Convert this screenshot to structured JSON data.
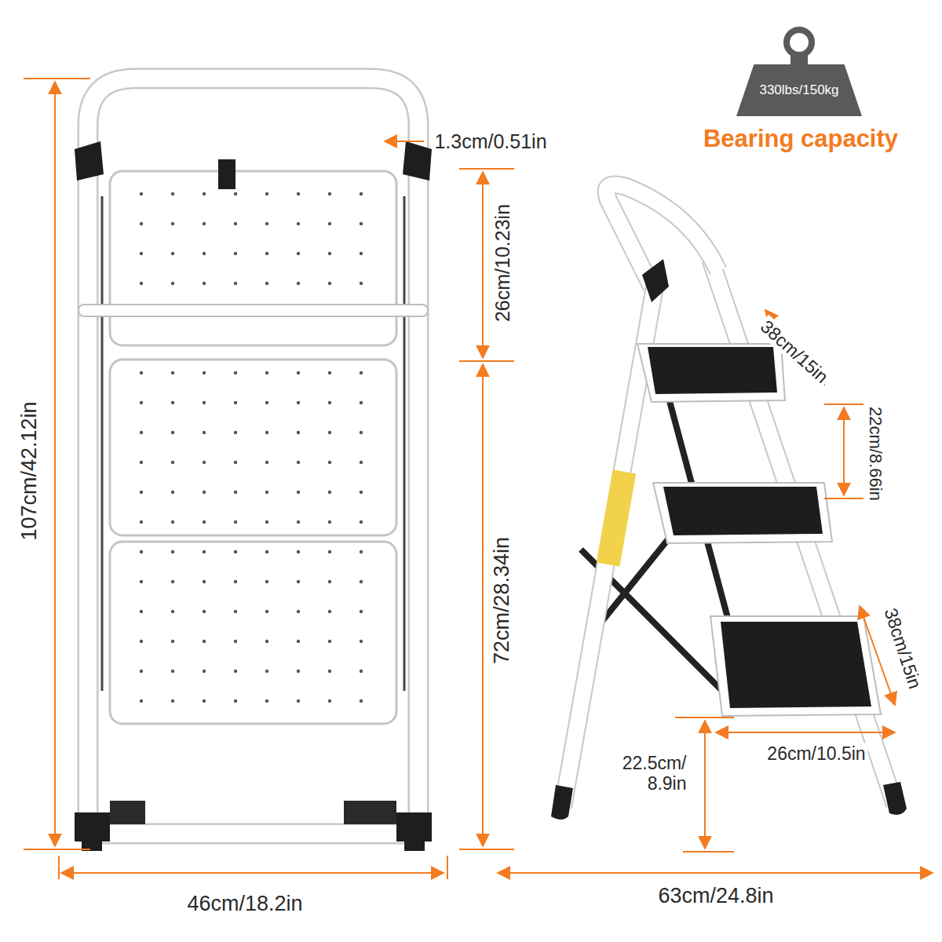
{
  "diagram": {
    "nodes": [
      {
        "text": [
          "330lbs/150kg"
        ]
      }
    ],
    "labels": [
      "1.3cm/0.51in",
      "26cm/10.23in",
      "107cm/42.12in",
      "72cm/28.34in",
      "46cm/18.2in",
      "38cm/15in",
      "22cm/8.66in",
      "38cm/15in",
      "26cm/10.5in",
      "22.5cm/ 8.9in",
      "63cm/24.8in",
      "Bearing capacity"
    ]
  }
}
